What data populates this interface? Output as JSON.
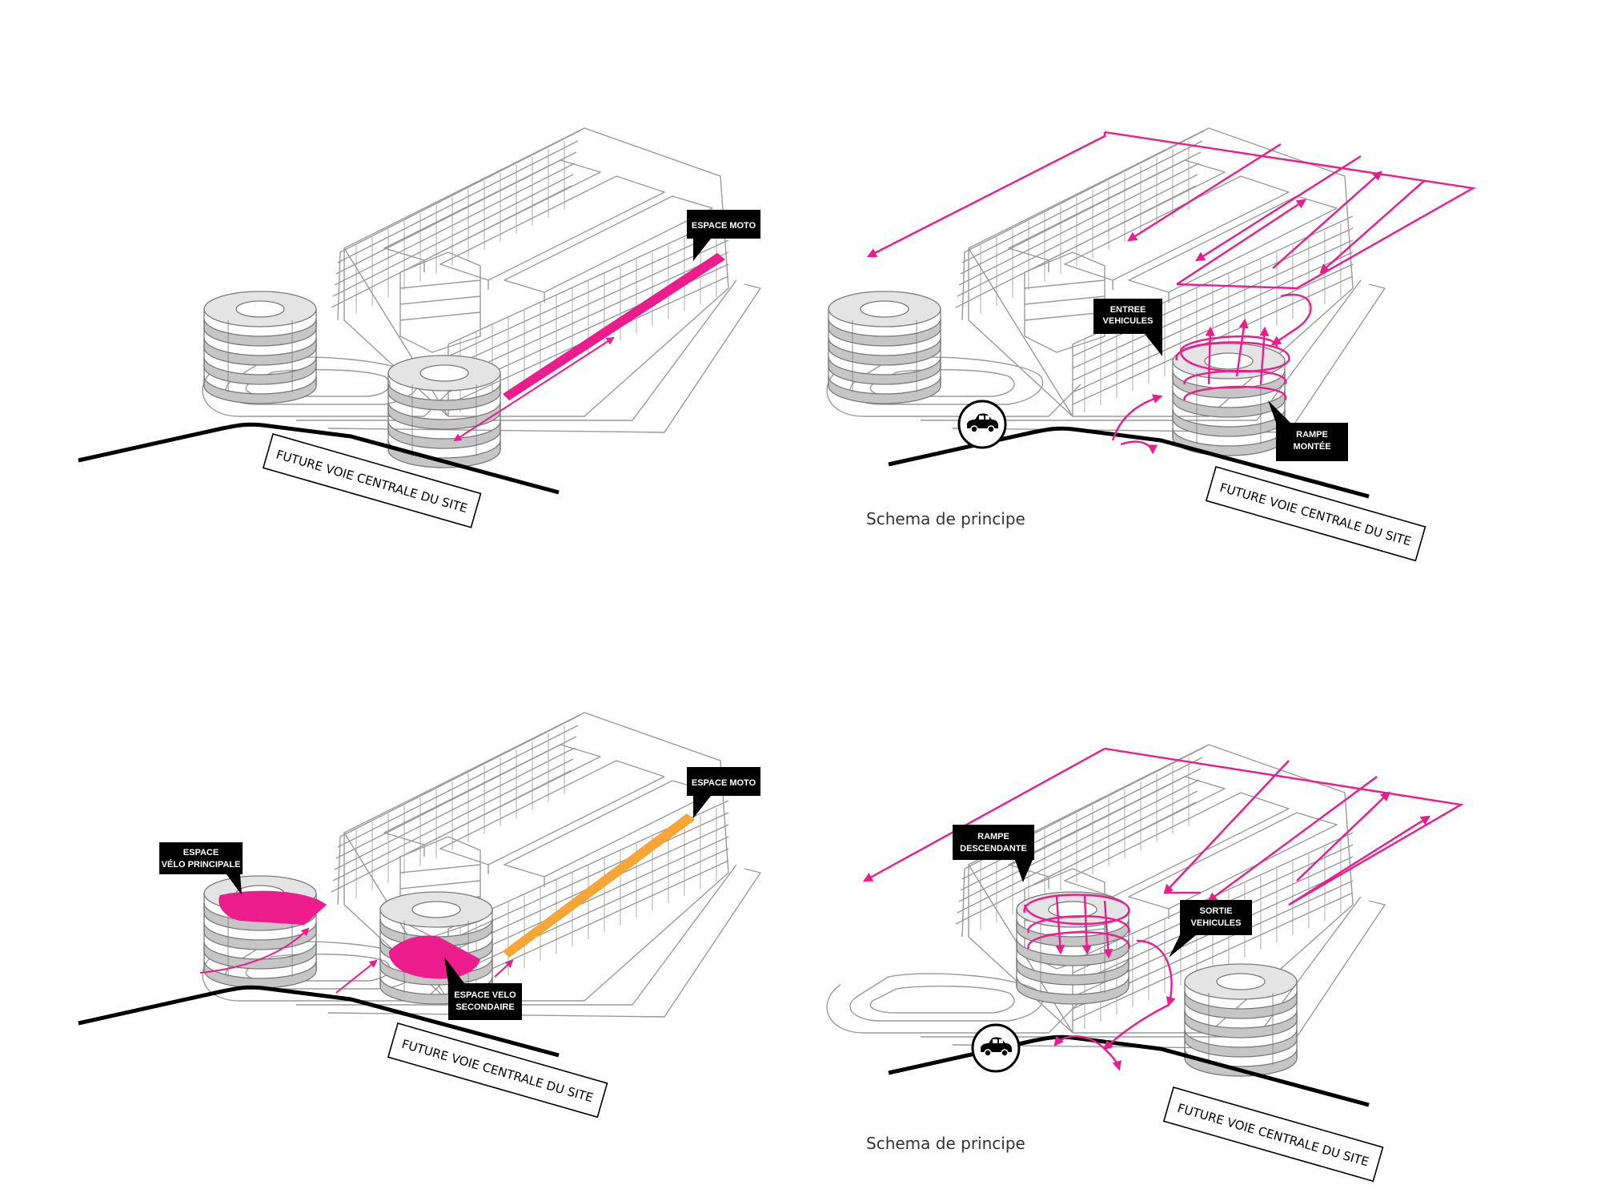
{
  "colors": {
    "magenta": "#ec1c8c",
    "orange": "#f7a535",
    "line": "#9a9a9a",
    "ramp": "#bdbdbd",
    "label_bg": "#000000",
    "label_text": "#ffffff",
    "road": "#000000"
  },
  "panels": {
    "top_left": {
      "road_sign": "FUTURE VOIE CENTRALE DU SITE",
      "labels": {
        "espace_moto": "ESPACE MOTO"
      }
    },
    "top_right": {
      "road_sign": "FUTURE VOIE CENTRALE DU SITE",
      "labels": {
        "entree_1": "ENTREE",
        "entree_2": "VEHICULES",
        "rampe_1": "RAMPE",
        "rampe_2": "MONTÉE"
      },
      "car_icon": "car-icon",
      "caption": "Schema de principe"
    },
    "bottom_left": {
      "road_sign": "FUTURE VOIE CENTRALE DU SITE",
      "labels": {
        "velo_principale_1": "ESPACE",
        "velo_principale_2": "VÉLO PRINCIPALE",
        "velo_secondaire_1": "ESPACE VELO",
        "velo_secondaire_2": "SECONDAIRE",
        "espace_moto": "ESPACE MOTO"
      }
    },
    "bottom_right": {
      "road_sign": "FUTURE VOIE CENTRALE DU SITE",
      "labels": {
        "rampe_1": "RAMPE",
        "rampe_2": "DESCENDANTE",
        "sortie_1": "SORTIE",
        "sortie_2": "VEHICULES"
      },
      "car_icon": "car-icon",
      "caption": "Schema de principe"
    }
  }
}
